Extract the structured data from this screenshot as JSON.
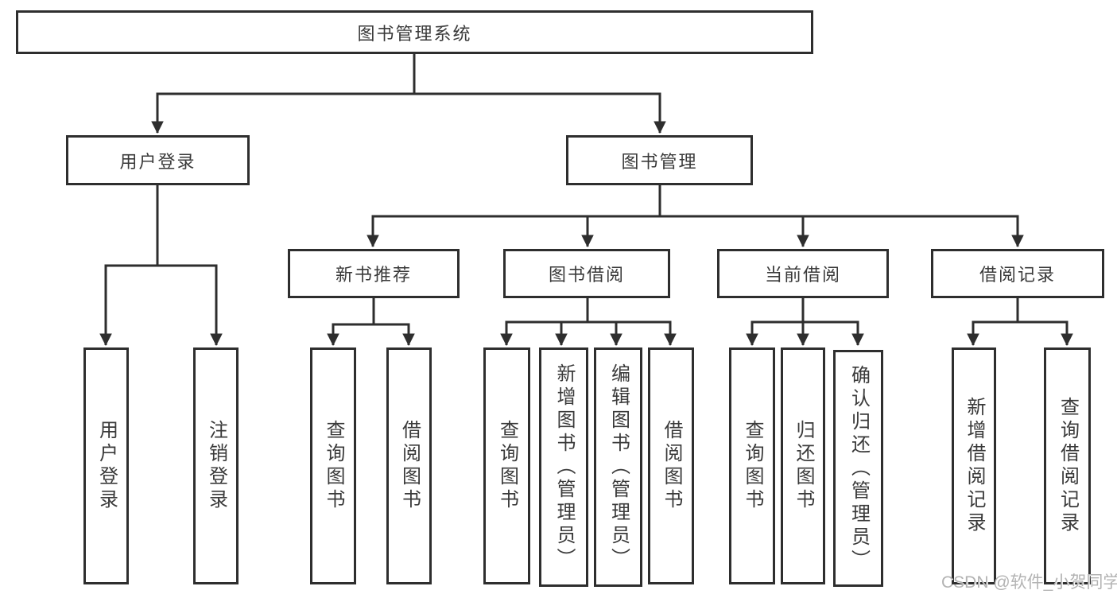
{
  "diagram": {
    "type": "tree",
    "root": "图书管理系统",
    "branches": [
      {
        "label": "用户登录",
        "children": [
          "用户登录",
          "注销登录"
        ]
      },
      {
        "label": "图书管理",
        "sections": [
          {
            "label": "新书推荐",
            "children": [
              "查询图书",
              "借阅图书"
            ]
          },
          {
            "label": "图书借阅",
            "children": [
              "查询图书",
              "新增图书（管理员）",
              "编辑图书（管理员）",
              "借阅图书"
            ]
          },
          {
            "label": "当前借阅",
            "children": [
              "查询图书",
              "归还图书",
              "确认归还（管理员）"
            ]
          },
          {
            "label": "借阅记录",
            "children": [
              "新增借阅记录",
              "查询借阅记录"
            ]
          }
        ]
      }
    ]
  },
  "watermark": "CSDN @软件_小贺同学",
  "colors": {
    "line": "#2e2e2e",
    "text": "#3a3a3a",
    "watermark": "#b3b3b3",
    "background": "#ffffff"
  }
}
